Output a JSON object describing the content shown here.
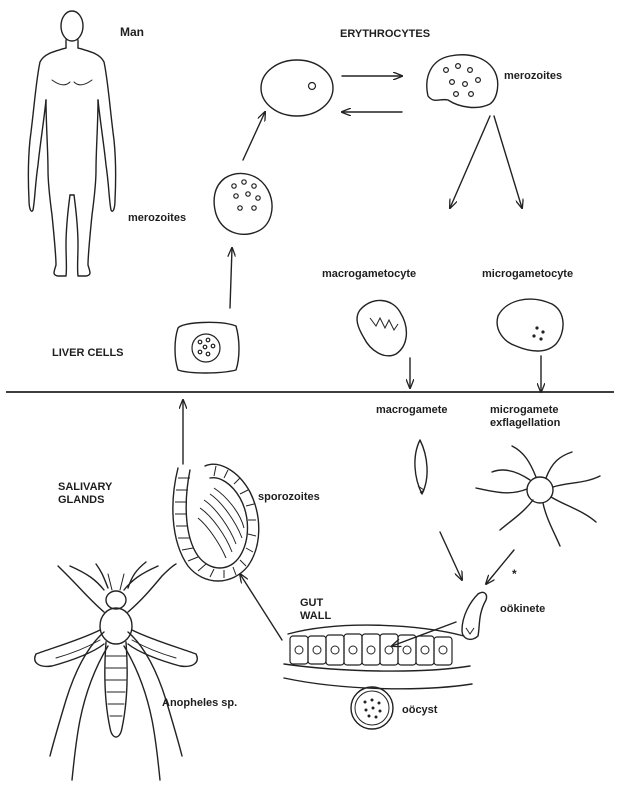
{
  "diagram": {
    "labels": {
      "man": "Man",
      "erythrocytes": "ERYTHROCYTES",
      "merozoites_right": "merozoites",
      "merozoites_left": "merozoites",
      "macrogametocyte": "macrogametocyte",
      "microgametocyte": "microgametocyte",
      "liver_cells": "LIVER CELLS",
      "macrogamete": "macrogamete",
      "microgamete": "microgamete",
      "exflagellation": "exflagellation",
      "salivary_glands_1": "SALIVARY",
      "salivary_glands_2": "GLANDS",
      "sporozoites": "sporozoites",
      "gut_wall_1": "GUT",
      "gut_wall_2": "WALL",
      "ookinete": "oökinete",
      "anopheles": "Anopheles sp.",
      "oocyst": "oöcyst",
      "asterisk": "*"
    }
  }
}
